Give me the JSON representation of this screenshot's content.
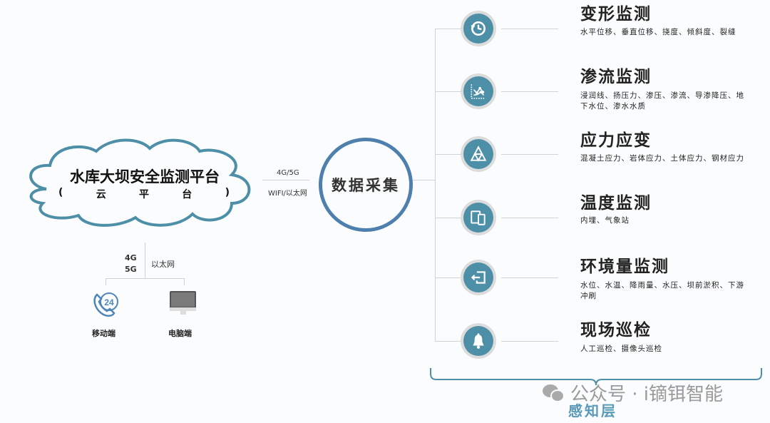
{
  "platform": {
    "title": "水库大坝安全监测平台",
    "subtitle": [
      "(",
      "云",
      "平",
      "台",
      ")"
    ]
  },
  "link_top": {
    "line1": "4G/5G",
    "line2": "WIFI/以太网"
  },
  "collection": {
    "label": "数据采集"
  },
  "link_bottom": {
    "left_line1": "4G",
    "left_line2": "5G",
    "right": "以太网"
  },
  "endpoints": [
    {
      "label": "移动端",
      "icon": "phone-24-icon"
    },
    {
      "label": "电脑端",
      "icon": "monitor-icon"
    }
  ],
  "categories": [
    {
      "title": "变形监测",
      "desc": "水平位移、垂直位移、挠度、倾斜度、裂缝",
      "icon": "history-clock-icon"
    },
    {
      "title": "渗流监测",
      "desc": "浸润线、扬压力、渗压、渗流、导渗降压、地下水位、渗水水质",
      "icon": "scatter-chart-icon"
    },
    {
      "title": "应力应变",
      "desc": "混凝土应力、岩体应力、土体应力、钢材应力",
      "icon": "triangle-icon"
    },
    {
      "title": "温度监测",
      "desc": "内埋、气象站",
      "icon": "devices-icon"
    },
    {
      "title": "环境量监测",
      "desc": "水位、水温、降雨量、水压、坝前淤积、下游冲刷",
      "icon": "sign-in-icon"
    },
    {
      "title": "现场巡检",
      "desc": "人工巡检、摄像头巡检",
      "icon": "bell-icon"
    }
  ],
  "layer_label": "感知层",
  "watermark": "公众号 · i镝铒智能",
  "colors": {
    "accent": "#4e8fa8",
    "circle": "#4f80ad",
    "cloud": "#4e8fa8",
    "layer": "#5a9ab8"
  }
}
